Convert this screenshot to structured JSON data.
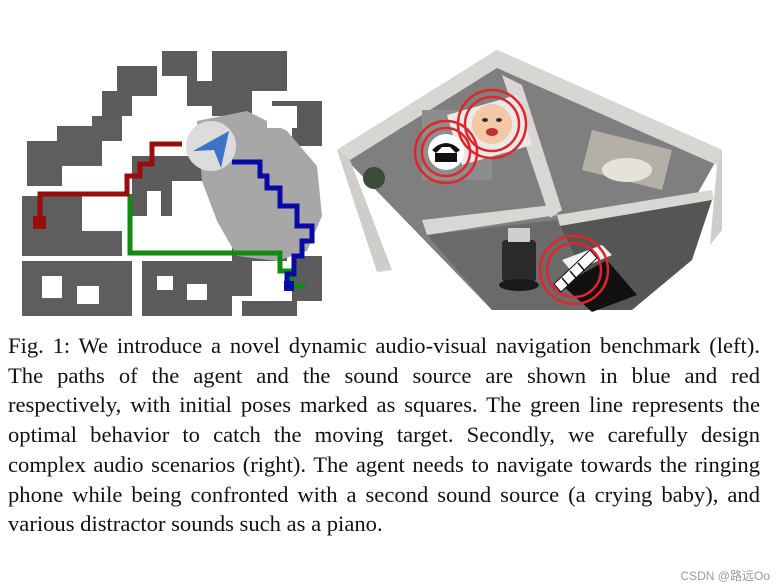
{
  "figure": {
    "left_panel": {
      "agent_path_color": "#0a0aa8",
      "sound_path_color": "#9b0d0d",
      "optimal_path_color": "#118a11",
      "agent_marker_color": "#3b73c9"
    },
    "right_panel": {
      "ring_color": "#e0262a"
    }
  },
  "caption": {
    "label": "Fig. 1:",
    "text": "We introduce a novel dynamic audio-visual navigation benchmark (left). The paths of the agent and the sound source are shown in blue and red respectively, with initial poses marked as squares. The green line represents the optimal behavior to catch the moving target. Secondly, we carefully design complex audio scenarios (right). The agent needs to navigate towards the ringing phone while being confronted with a second sound source (a crying baby), and various distractor sounds such as a piano."
  },
  "watermark": "CSDN @路远Oo"
}
